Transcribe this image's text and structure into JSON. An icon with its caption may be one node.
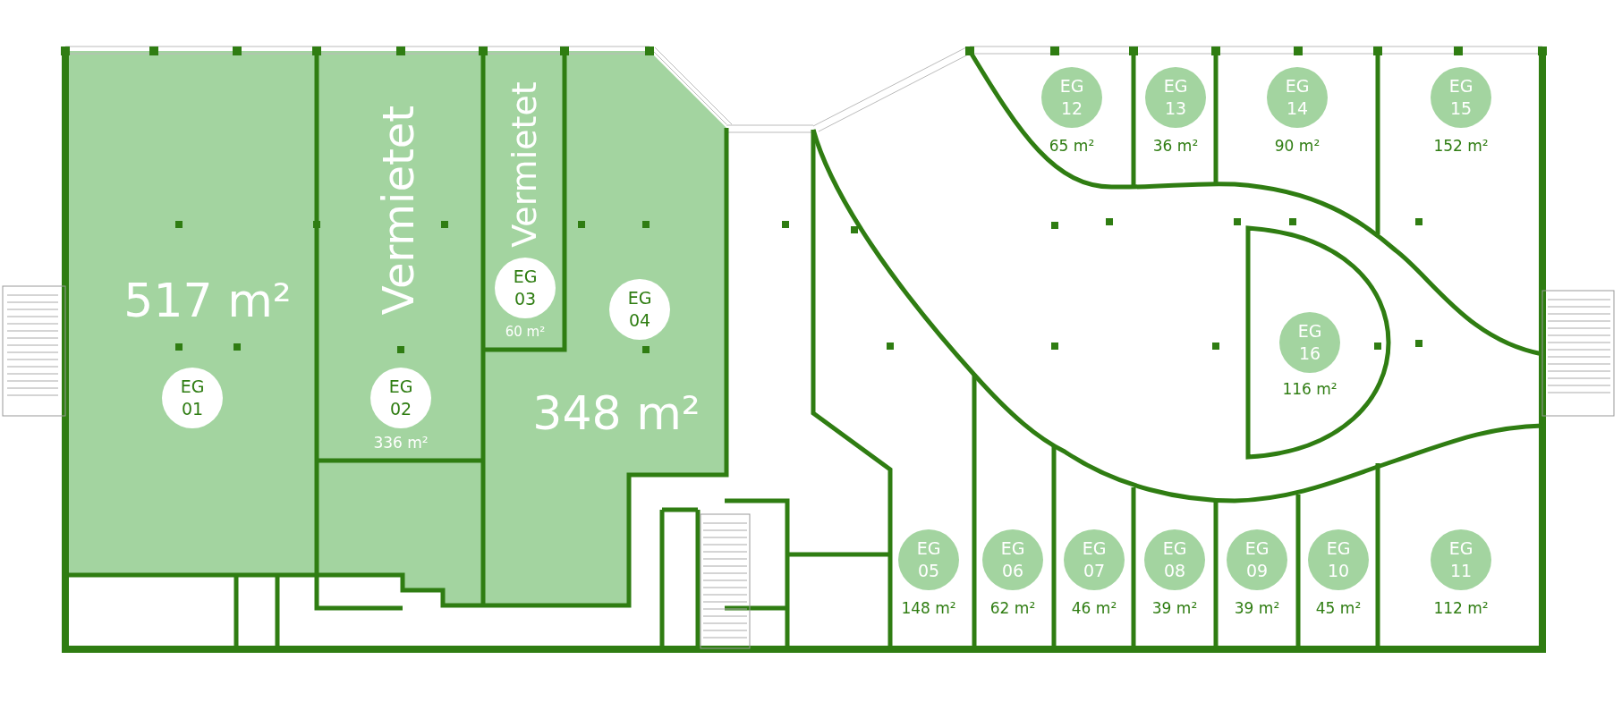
{
  "diagram": {
    "nodes": [
      {
        "text": [
          "EG 01"
        ]
      },
      {
        "text": [
          "EG 02"
        ],
        "beside": [
          "336 m²"
        ]
      },
      {
        "text": [
          "EG 03"
        ],
        "beside": [
          "60 m²"
        ]
      },
      {
        "text": [
          "EG 04"
        ]
      },
      {
        "text": [
          "EG 05"
        ],
        "beside": [
          "148 m²"
        ]
      },
      {
        "text": [
          "EG 06"
        ],
        "beside": [
          "62 m²"
        ]
      },
      {
        "text": [
          "EG 07"
        ],
        "beside": [
          "46 m²"
        ]
      },
      {
        "text": [
          "EG 08"
        ],
        "beside": [
          "39 m²"
        ]
      },
      {
        "text": [
          "EG 09"
        ],
        "beside": [
          "39 m²"
        ]
      },
      {
        "text": [
          "EG 10"
        ],
        "beside": [
          "45 m²"
        ]
      },
      {
        "text": [
          "EG 11"
        ],
        "beside": [
          "112 m²"
        ]
      },
      {
        "text": [
          "EG 12"
        ],
        "beside": [
          "65 m²"
        ]
      },
      {
        "text": [
          "EG 13"
        ],
        "beside": [
          "36 m²"
        ]
      },
      {
        "text": [
          "EG 14"
        ],
        "beside": [
          "90 m²"
        ]
      },
      {
        "text": [
          "EG 15"
        ],
        "beside": [
          "152 m²"
        ]
      },
      {
        "text": [
          "EG 16"
        ],
        "beside": [
          "116 m²"
        ]
      }
    ],
    "labels": [
      "517 m²",
      "Vermietet",
      "Vermietet",
      "348 m²"
    ]
  }
}
